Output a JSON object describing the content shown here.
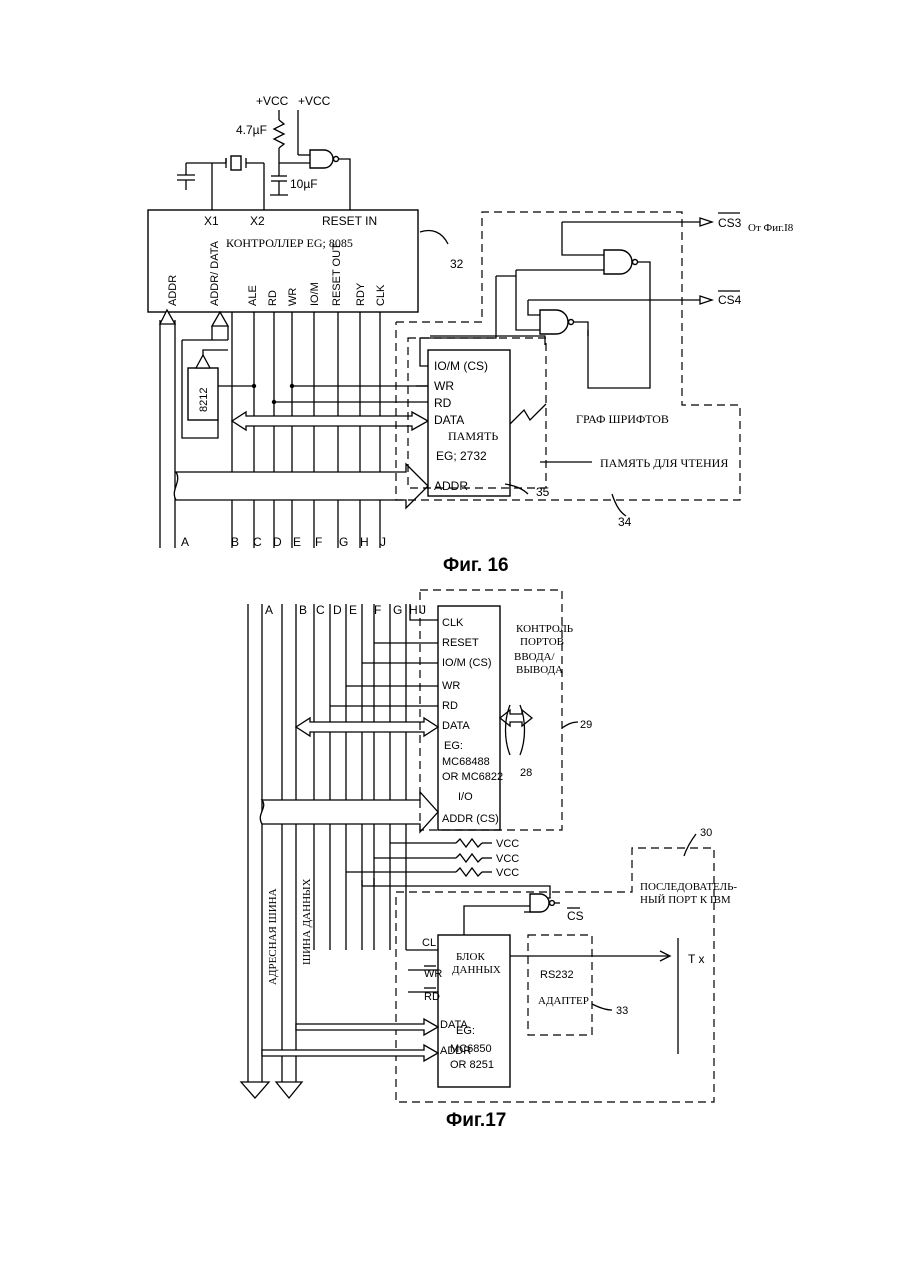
{
  "fig16": {
    "caption": "Фиг. 16",
    "vcc_1": "+VCC",
    "vcc_2": "+VCC",
    "resistor": "4.7µF",
    "capacitor": "10µF",
    "controller": {
      "x1": "X1",
      "x2": "X2",
      "reset_in": "RESET IN",
      "title": "КОНТРОЛЛЕР  EG; 8085",
      "ref": "32",
      "pins": [
        "ADDR",
        "ADDR/ DATA",
        "ALE",
        "RD",
        "WR",
        "IO/M",
        "RESET OUT",
        "RDY",
        "CLK"
      ]
    },
    "latch": "8212",
    "memory": {
      "pins": [
        "IO/M  (CS)",
        "WR",
        "RD",
        "DATA"
      ],
      "title": "ПАМЯТЬ",
      "model": "EG; 2732",
      "addr": "ADDR",
      "ref": "35"
    },
    "cs3": "CS3",
    "cs3_from": "От Фиг.I8",
    "cs4": "CS4",
    "font_graph": "ГРАФ ШРИФТОВ",
    "rom_label": "ПАМЯТЬ ДЛЯ ЧТЕНИЯ",
    "dashed_ref": "34",
    "bus_letters": [
      "A",
      "B",
      "C",
      "D",
      "E",
      "F",
      "G",
      "H",
      "J"
    ]
  },
  "fig17": {
    "caption": "Фиг.17",
    "bus_letters": [
      "A",
      "B",
      "C",
      "D",
      "E",
      "F",
      "G",
      "H",
      "J"
    ],
    "io_chip": {
      "pins": [
        "CLK",
        "RESET",
        "IO/M  (CS)",
        "WR",
        "RD",
        "DATA"
      ],
      "model": [
        "EG:",
        "MC68488",
        "OR  MC6822",
        "I/O"
      ],
      "addr": "ADDR  (CS)"
    },
    "io_label": [
      "КОНТРОЛЬ",
      "ПОРТОВ",
      "ВВОДА/",
      "ВЫВОДА"
    ],
    "io_bus_ref": "28",
    "io_ref": "29",
    "vcc": [
      "VCC",
      "VCC",
      "VCC"
    ],
    "serial_ref": "30",
    "serial_label": [
      "ПОСЛЕДОВАТЕЛЬ-",
      "НЫЙ ПОРТ К IBM"
    ],
    "cs": "CS",
    "uart": {
      "cl": "CL",
      "title": [
        "БЛОК",
        "ДАННЫХ"
      ],
      "wr": "WR",
      "rd": "RD",
      "data": "DATA",
      "addr": "ADDR",
      "model": [
        "EG:",
        "MC6850",
        "OR  8251"
      ]
    },
    "rs232": [
      "RS232",
      "АДАПТЕР"
    ],
    "rs232_ref": "33",
    "tx": "T x",
    "addr_bus": "АДРЕСНАЯ  ШИНА",
    "data_bus": "ШИНА  ДАННЫХ"
  }
}
